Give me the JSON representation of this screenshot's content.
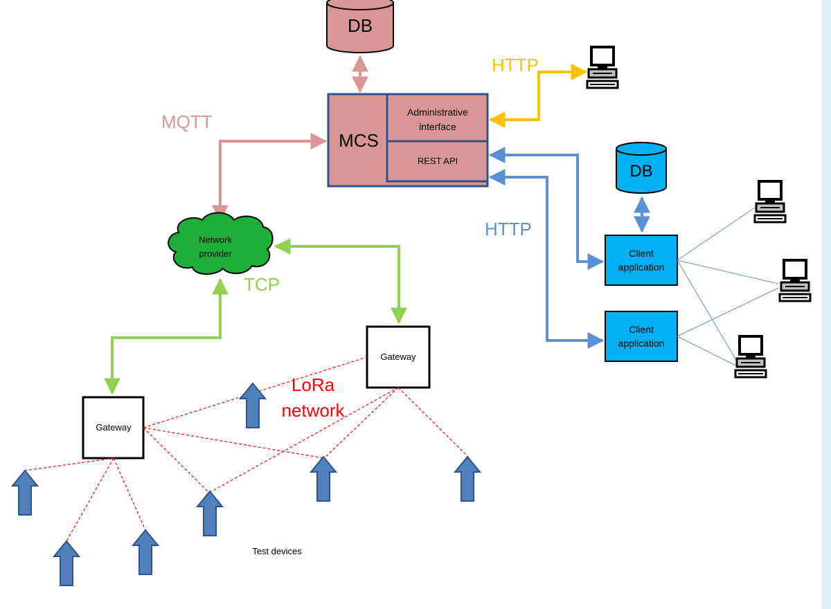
{
  "labels": {
    "db_top": "DB",
    "db_right": "DB",
    "mcs": "MCS",
    "admin_interface_line1": "Administrative",
    "admin_interface_line2": "interface",
    "rest_api": "REST API",
    "mqtt": "MQTT",
    "http_top": "HTTP",
    "http_mid": "HTTP",
    "network_provider_line1": "Network",
    "network_provider_line2": "provider",
    "tcp": "TCP",
    "gateway_right": "Gateway",
    "gateway_left": "Gateway",
    "lora_line1": "LoRa",
    "lora_line2": "network",
    "client_app1_line1": "Client",
    "client_app1_line2": "application",
    "client_app2_line1": "Client",
    "client_app2_line2": "application",
    "test_devices": "Test devices"
  },
  "colors": {
    "mqtt": "#d99694",
    "db_top_fill": "#d99694",
    "mcs_fill": "#d99694",
    "mcs_border": "#2f528f",
    "http_top": "#ffc000",
    "http_mid": "#5b8fd6",
    "tcp": "#92d050",
    "cloud_fill": "#1fae3a",
    "client_fill": "#00b0f0",
    "lora": "#ff0000",
    "device_arrow": "#4f81bd"
  }
}
